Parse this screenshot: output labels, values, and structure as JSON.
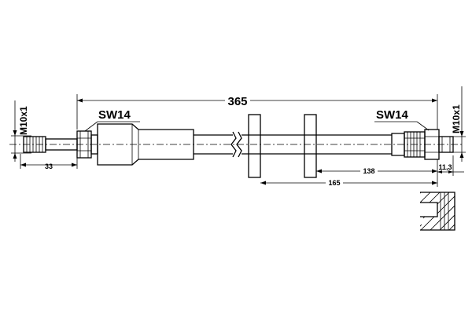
{
  "labels": {
    "total_length": "365",
    "wrench_left": "SW14",
    "wrench_right": "SW14",
    "thread_left": "M10x1",
    "thread_right": "M10x1",
    "dim_left_fitting": "33",
    "dim_to_bracket": "138",
    "dim_bracket_span": "165",
    "dim_right_fitting": "11,3"
  }
}
